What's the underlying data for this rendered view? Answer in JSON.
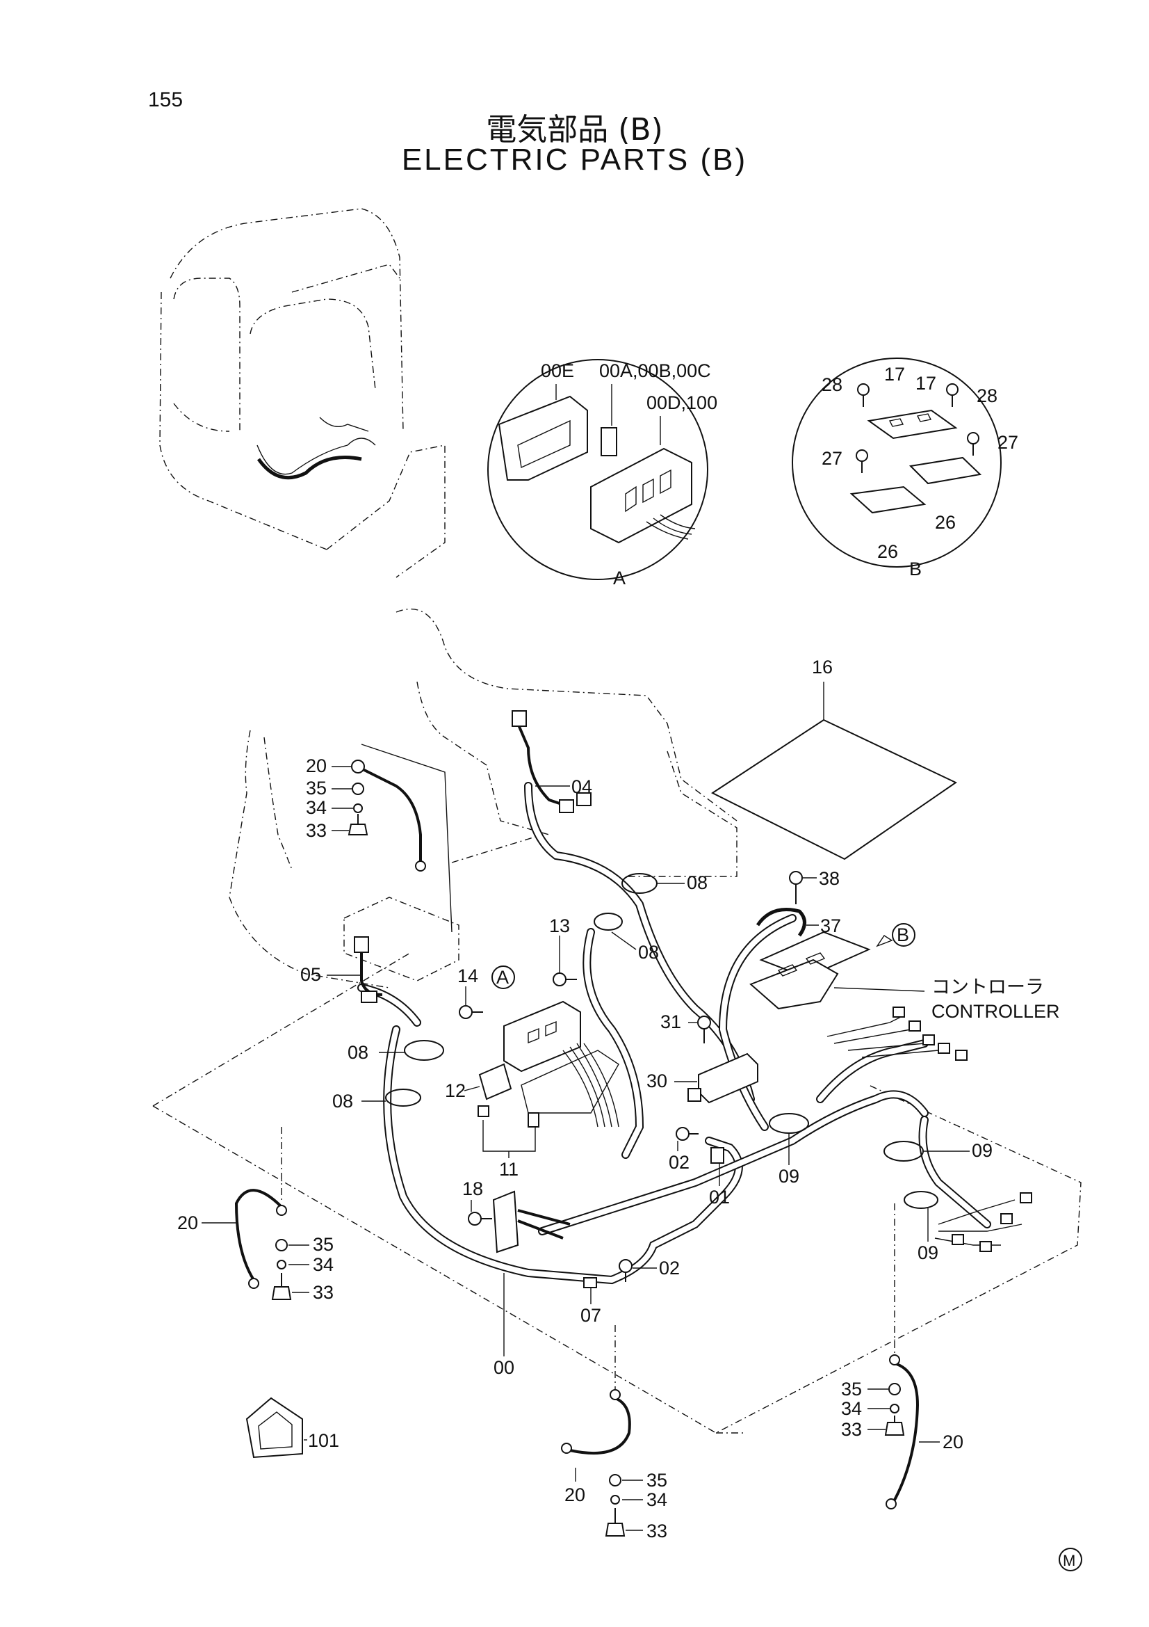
{
  "page": {
    "number": "155",
    "title_jp": "電気部品 (B)",
    "title_en": "ELECTRIC PARTS (B)"
  },
  "detail_a": {
    "label": "A",
    "parts": [
      "00E",
      "00A,00B,00C",
      "00D,100"
    ]
  },
  "detail_b": {
    "label": "B",
    "parts": [
      "28",
      "17",
      "17",
      "28",
      "27",
      "27",
      "26",
      "26"
    ]
  },
  "callouts": {
    "c16": "16",
    "c04": "04",
    "c08a": "08",
    "c08b": "08",
    "c08c": "08",
    "c08d": "08",
    "c13": "13",
    "c14": "14",
    "c05": "05",
    "c12": "12",
    "c11": "11",
    "c18": "18",
    "c02a": "02",
    "c02b": "02",
    "c01": "01",
    "c09a": "09",
    "c09b": "09",
    "c09c": "09",
    "c07": "07",
    "c00": "00",
    "c30": "30",
    "c31": "31",
    "c37": "37",
    "c38": "38",
    "c101": "101",
    "g1_20": "20",
    "g1_35": "35",
    "g1_34": "34",
    "g1_33": "33",
    "g2_20": "20",
    "g2_35": "35",
    "g2_34": "34",
    "g2_33": "33",
    "g3_20": "20",
    "g3_35": "35",
    "g3_34": "34",
    "g3_33": "33",
    "g4_20": "20",
    "g4_35": "35",
    "g4_34": "34",
    "g4_33": "33"
  },
  "markers": {
    "a": "A",
    "b": "B",
    "m": "M"
  },
  "controller": {
    "label_jp": "コントローラ",
    "label_en": "CONTROLLER"
  }
}
